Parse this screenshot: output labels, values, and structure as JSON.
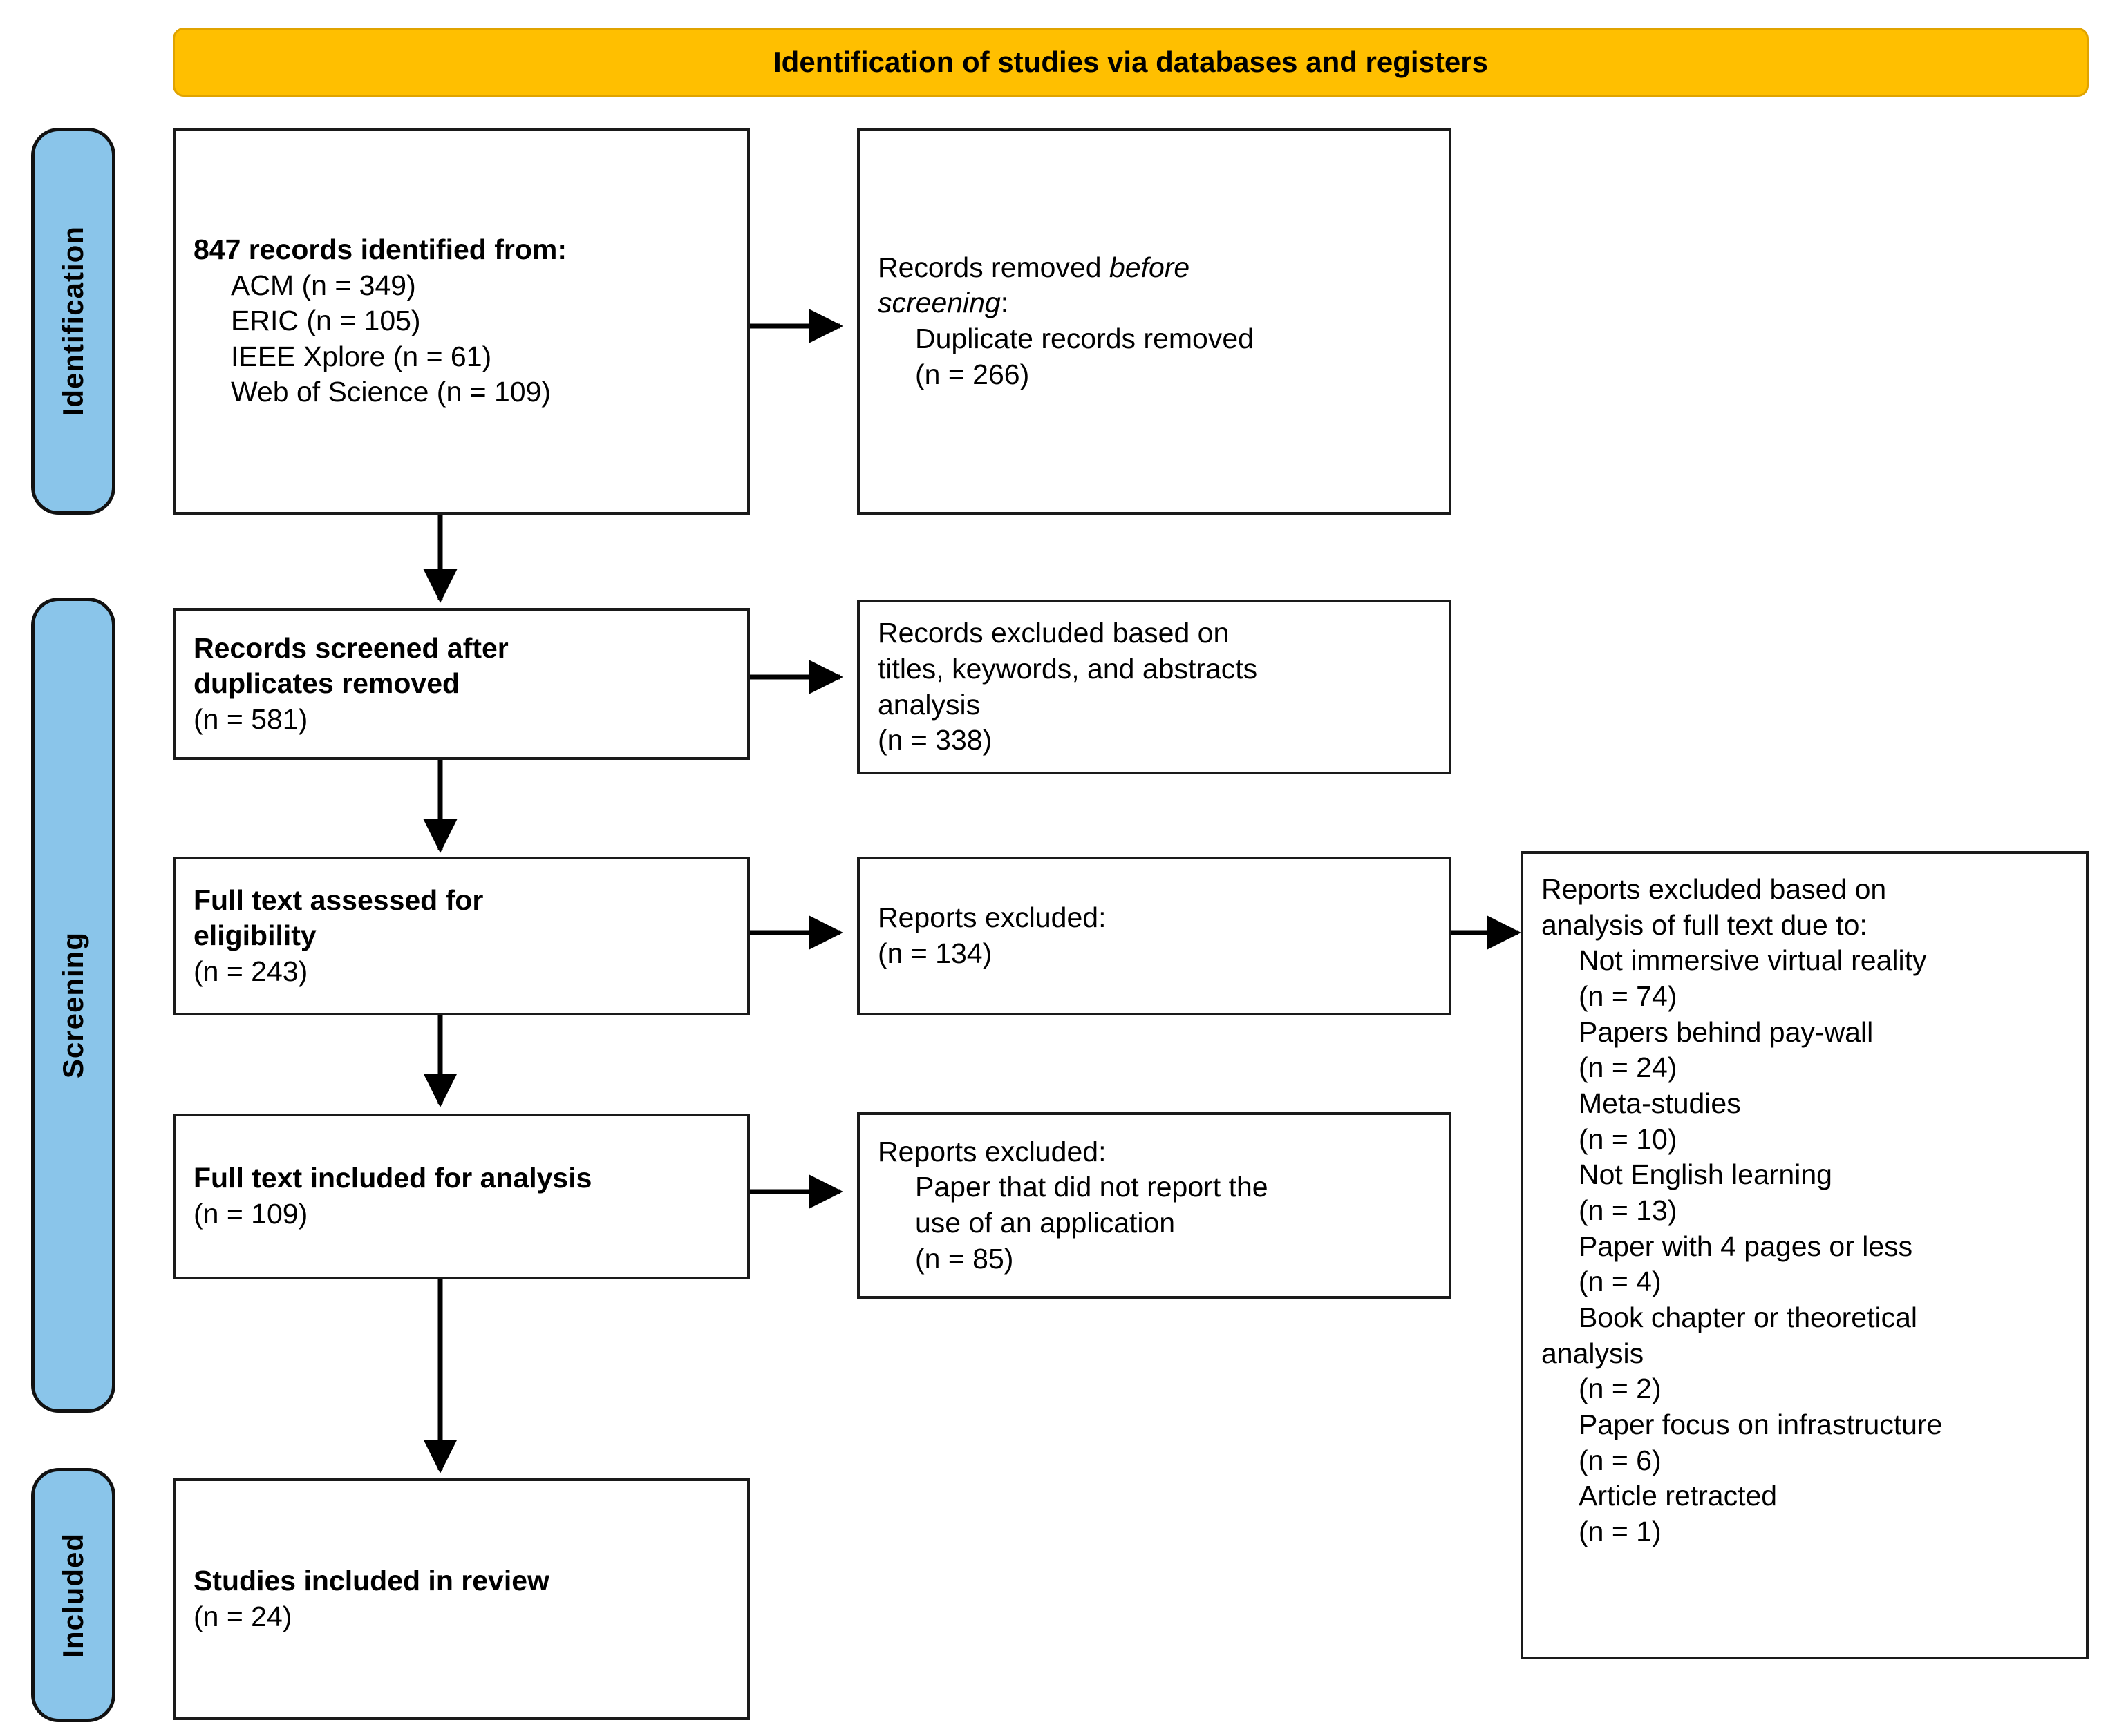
{
  "header": {
    "title": "Identification of studies via databases and registers",
    "banner_color": "#FFBF00"
  },
  "phases": [
    {
      "label": "Identification",
      "color": "#8AC5EA"
    },
    {
      "label": "Screening",
      "color": "#8AC5EA"
    },
    {
      "label": "Included",
      "color": "#8AC5EA"
    }
  ],
  "boxes": {
    "identified": {
      "heading": "847 records identified from:",
      "sources": [
        "ACM (n = 349)",
        "ERIC (n = 105)",
        "IEEE Xplore (n = 61)",
        "Web of Science (n = 109)"
      ]
    },
    "removed_before_screening": {
      "line1_a": "Records removed ",
      "line1_b": "before",
      "line2_a": "screening",
      "line2_b": ":",
      "line3": "Duplicate records removed",
      "line4": "(n = 266)"
    },
    "screened": {
      "line1": "Records screened after",
      "line2": "duplicates removed",
      "count": "(n = 581)"
    },
    "excluded_titles": {
      "line1": "Records excluded based on",
      "line2": "titles, keywords, and abstracts",
      "line3": "analysis",
      "count": "(n = 338)"
    },
    "full_text_assessed": {
      "line1": "Full text assessed for",
      "line2": "eligibility",
      "count": "(n = 243)"
    },
    "reports_excluded_134": {
      "line1": "Reports excluded:",
      "count": "(n = 134)"
    },
    "full_text_included": {
      "line1": "Full text included for analysis",
      "count": "(n = 109)"
    },
    "reports_excluded_85": {
      "line1": "Reports excluded:",
      "line2": "Paper that did not report the",
      "line3": "use of an application",
      "count": "(n = 85)"
    },
    "studies_included": {
      "line1": "Studies included in review",
      "count": "(n = 24)"
    },
    "reports_excluded_fulltext": {
      "heading_line1": "Reports excluded based on",
      "heading_line2": "analysis of full text due to:",
      "reasons": [
        {
          "label": "Not immersive virtual reality",
          "count": "(n = 74)"
        },
        {
          "label": "Papers behind pay-wall",
          "count": "(n = 24)"
        },
        {
          "label": "Meta-studies",
          "count": "(n = 10)"
        },
        {
          "label": "Not English learning",
          "count": "(n = 13)"
        },
        {
          "label": "Paper with 4 pages or less",
          "count": "(n = 4)"
        },
        {
          "label": "Book chapter or theoretical",
          "label2": "analysis",
          "count": "(n = 2)"
        },
        {
          "label": "Paper focus on infrastructure",
          "count": "(n = 6)"
        },
        {
          "label": "Article retracted",
          "count": "(n = 1)"
        }
      ]
    }
  },
  "chart_data": {
    "type": "diagram",
    "diagram_kind": "PRISMA-2020-flow",
    "title": "Identification of studies via databases and registers",
    "nodes": [
      {
        "id": "identified",
        "phase": "Identification",
        "value": 847
      },
      {
        "id": "acm",
        "phase": "Identification",
        "value": 349
      },
      {
        "id": "eric",
        "phase": "Identification",
        "value": 105
      },
      {
        "id": "ieee_xplore",
        "phase": "Identification",
        "value": 61
      },
      {
        "id": "web_of_science",
        "phase": "Identification",
        "value": 109
      },
      {
        "id": "duplicates_removed",
        "phase": "Identification",
        "value": 266
      },
      {
        "id": "screened",
        "phase": "Screening",
        "value": 581
      },
      {
        "id": "excluded_titles",
        "phase": "Screening",
        "value": 338
      },
      {
        "id": "full_text_assessed",
        "phase": "Screening",
        "value": 243
      },
      {
        "id": "reports_excluded_1",
        "phase": "Screening",
        "value": 134
      },
      {
        "id": "full_text_included",
        "phase": "Screening",
        "value": 109
      },
      {
        "id": "reports_excluded_2",
        "phase": "Screening",
        "value": 85
      },
      {
        "id": "studies_included",
        "phase": "Included",
        "value": 24
      }
    ],
    "exclusion_breakdown": {
      "Not immersive virtual reality": 74,
      "Papers behind pay-wall": 24,
      "Meta-studies": 10,
      "Not English learning": 13,
      "Paper with 4 pages or less": 4,
      "Book chapter or theoretical analysis": 2,
      "Paper focus on infrastructure": 6,
      "Article retracted": 1
    }
  }
}
